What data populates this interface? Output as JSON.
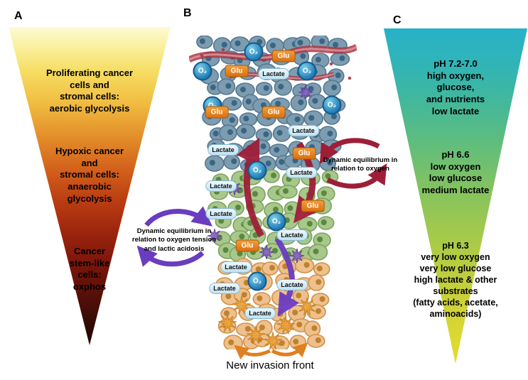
{
  "panel_a": {
    "label": "A",
    "zones": [
      {
        "text": "Proliferating cancer\ncells and\nstromal cells:\naerobic glycolysis"
      },
      {
        "text": "Hypoxic cancer\nand\nstromal cells:\nanaerobic\nglycolysis"
      },
      {
        "text": "Cancer\nstem-like\ncells:\noxphos"
      }
    ]
  },
  "panel_b": {
    "label": "B",
    "molecules": {
      "o2": "O₂",
      "glu": "Glu",
      "lactate": "Lactate"
    },
    "annotations": {
      "left": "Dynamic equilibrium in\nrelation to oxygen tension\nand lactic acidosis",
      "right": "Dynamic equilibrium in\nrelation to oxygen"
    },
    "caption": "New invasion front"
  },
  "panel_c": {
    "label": "C",
    "zones": [
      {
        "text": "pH 7.2-7.0\nhigh oxygen,\nglucose,\nand nutrients\nlow lactate"
      },
      {
        "text": "pH 6.6\nlow oxygen\nlow glucose\nmedium lactate"
      },
      {
        "text": "pH 6.3\nvery low oxygen\nvery low glucose\nhigh lactate & other\nsubstrates\n(fatty acids, acetate,\naminoacids)"
      }
    ]
  },
  "colors": {
    "o2_badge": "#1f7ab5",
    "glu_badge": "#e8811c",
    "lactate_badge": "#cfeaf7",
    "arrow_red": "#9e1e38",
    "arrow_purple": "#6a3cc0",
    "arrow_orange": "#e07f1f",
    "triangle_a_top": "#fefad6",
    "triangle_a_bottom": "#200403",
    "triangle_c_top": "#28b2c8",
    "triangle_c_bottom": "#e4da2e"
  }
}
